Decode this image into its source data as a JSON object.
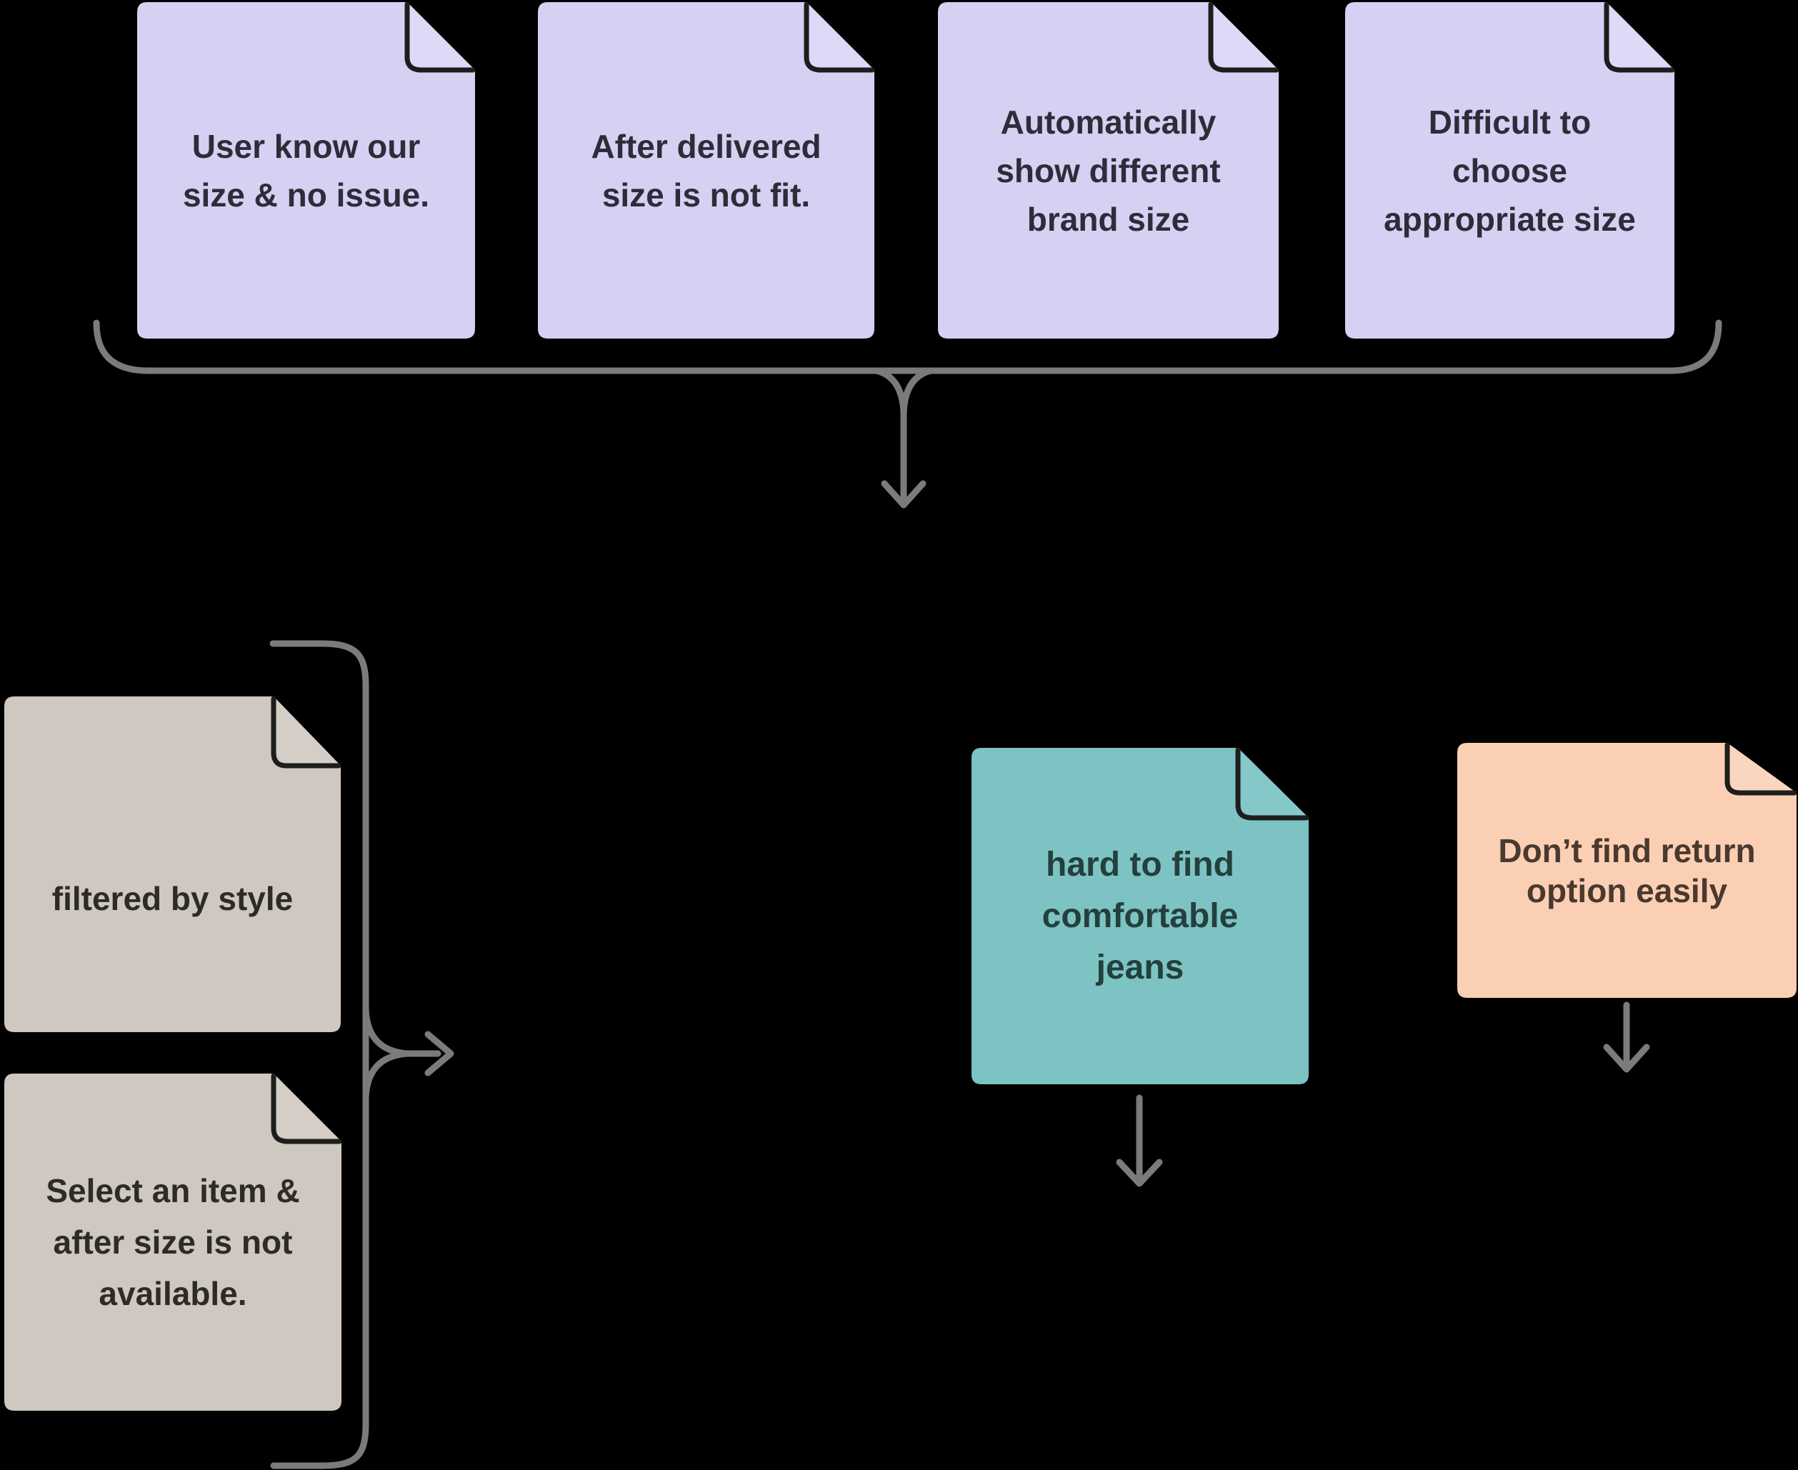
{
  "canvas": {
    "background": "#000000"
  },
  "colors": {
    "canvas_bg": "#000000",
    "lavender": "#d6d1f2",
    "lavender_flap": "#ded9f7",
    "lavender_text": "#2f2c3a",
    "beige": "#cfc8c0",
    "beige_flap": "#d4cec6",
    "beige_text": "#2e2b27",
    "teal": "#7dc3c4",
    "teal_flap": "#85c8c9",
    "teal_text": "#24403c",
    "peach": "#facfb4",
    "peach_flap": "#fbd6bf",
    "peach_text": "#4a392e",
    "connector_gray": "#7b7b7b",
    "fold_outline": "#1d1d1d"
  },
  "notes": {
    "user_know_size": {
      "text": "User know our\nsize & no issue."
    },
    "delivered_size_not_fit": {
      "text": "After delivered\nsize is not fit."
    },
    "auto_show_brand_size": {
      "text": "Automatically\nshow different\nbrand size"
    },
    "difficult_choose_size": {
      "text": "Difficult to\nchoose\nappropriate size"
    },
    "filtered_by_style": {
      "text": "filtered by style"
    },
    "select_item_size_unavailable": {
      "text": "Select an item &\nafter size is not\navailable."
    },
    "hard_find_comfortable_jeans": {
      "text": "hard to find\ncomfortable\njeans"
    },
    "dont_find_return_option": {
      "text": "Don’t find return\noption easily"
    }
  }
}
